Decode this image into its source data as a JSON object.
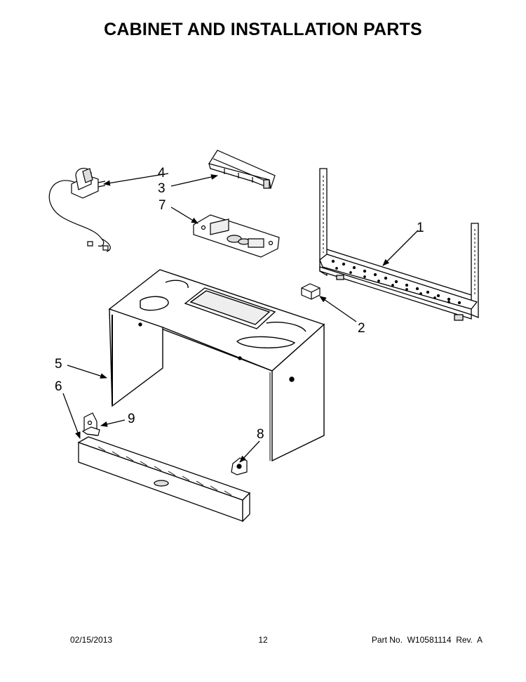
{
  "title": "CABINET AND INSTALLATION PARTS",
  "callouts": {
    "c1": "1",
    "c2": "2",
    "c3": "3",
    "c4": "4",
    "c5": "5",
    "c6": "6",
    "c7": "7",
    "c8": "8",
    "c9": "9"
  },
  "footer": {
    "date": "02/15/2013",
    "page": "12",
    "part_no": "Part No.  W10581114  Rev.  A"
  }
}
